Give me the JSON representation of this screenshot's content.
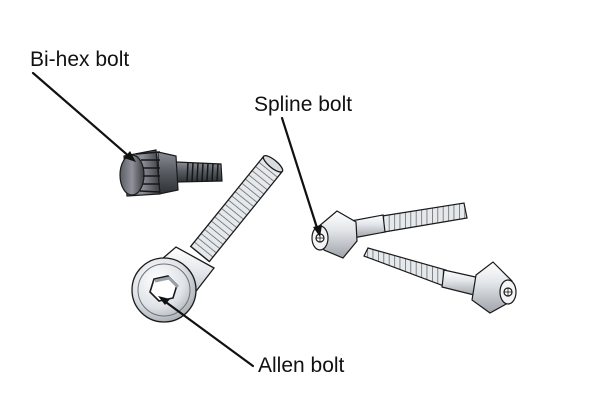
{
  "labels": {
    "bihex": "Bi-hex bolt",
    "spline": "Spline bolt",
    "allen": "Allen bolt"
  },
  "colors": {
    "outline": "#1a1a1a",
    "dark_steel": "#4a4d52",
    "light_steel": "#dfe2e6",
    "highlight": "#ffffff",
    "shadow": "#8d9197"
  }
}
